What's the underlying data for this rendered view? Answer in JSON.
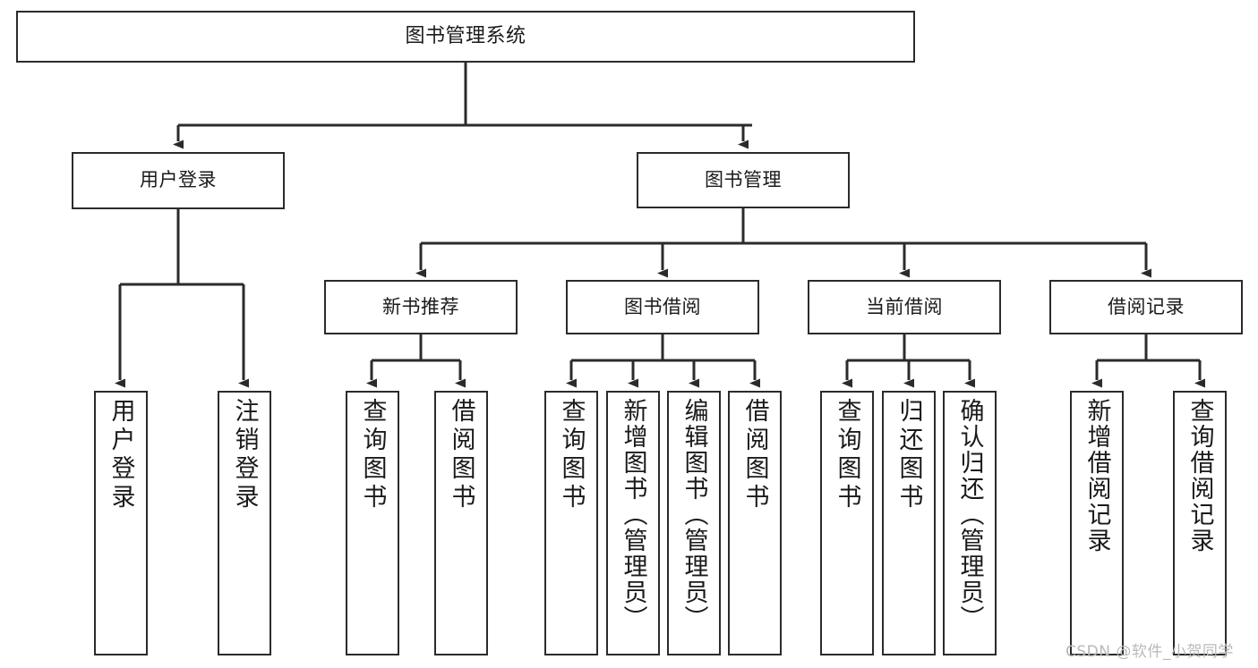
{
  "diagram": {
    "title": "图书管理系统",
    "type": "tree",
    "colors": {
      "box_border": "#2b2b2b",
      "box_fill": "#ffffff",
      "edge": "#2b2b2b",
      "text": "#1a1a1a",
      "watermark": "#b9b9b9"
    },
    "root": {
      "label": "图书管理系统"
    },
    "level2": [
      {
        "label": "用户登录"
      },
      {
        "label": "图书管理"
      }
    ],
    "level3": [
      {
        "label": "新书推荐"
      },
      {
        "label": "图书借阅"
      },
      {
        "label": "当前借阅"
      },
      {
        "label": "借阅记录"
      }
    ],
    "leaves": {
      "user_login": [
        {
          "label": "用户登录"
        },
        {
          "label": "注销登录"
        }
      ],
      "new_book_recommend": [
        {
          "label": "查询图书"
        },
        {
          "label": "借阅图书"
        }
      ],
      "book_borrow": [
        {
          "label": "查询图书"
        },
        {
          "label": "新增图书（管理员）"
        },
        {
          "label": "编辑图书（管理员）"
        },
        {
          "label": "借阅图书"
        }
      ],
      "current_borrow": [
        {
          "label": "查询图书"
        },
        {
          "label": "归还图书"
        },
        {
          "label": "确认归还（管理员）"
        }
      ],
      "borrow_records": [
        {
          "label": "新增借阅记录"
        },
        {
          "label": "查询借阅记录"
        }
      ]
    },
    "watermark": "CSDN @软件_小贺同学"
  }
}
